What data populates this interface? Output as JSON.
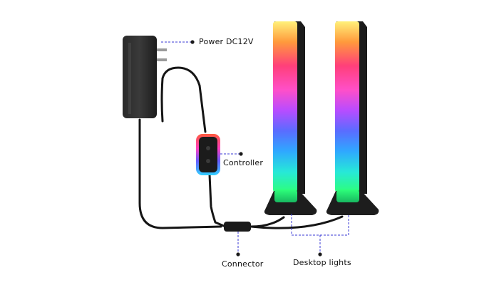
{
  "callouts": {
    "power": "Power DC12V",
    "controller": "Controller",
    "connector": "Connector",
    "desktop_lights": "Desktop lights"
  },
  "colors": {
    "callout_line": "#3a3ad6",
    "callout_dot": "#1a1ab8",
    "device_body": "#1e1e1e",
    "cable": "#151515",
    "gradient_top": "#ffe57a",
    "gradient_mid_pink": "#ff3fa8",
    "gradient_purple": "#b84cff",
    "gradient_blue": "#3f7cff",
    "gradient_cyan": "#27e0e8",
    "gradient_bottom": "#2dff8a"
  }
}
